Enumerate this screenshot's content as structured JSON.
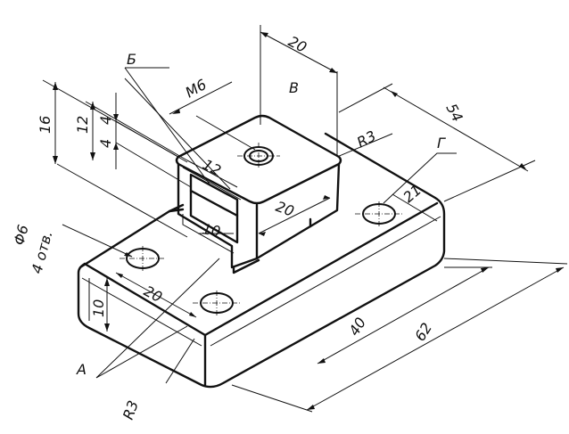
{
  "drawing": {
    "dimensions": {
      "top_width": "20",
      "bracket_length": "54",
      "thread": "M6",
      "fillet_top": "R3",
      "overall_height": "16",
      "block_height": "12",
      "slot_top": "4",
      "slot_bottom": "4",
      "slot_width": "12",
      "block_length": "20",
      "slot_depth": "10",
      "hole_spacing": "21",
      "hole_dia": "Φ6",
      "hole_count": "4 отв.",
      "base_hole_spacing": "20",
      "base_height": "10",
      "inner_length": "40",
      "overall_length": "62",
      "fillet_bottom": "R3"
    },
    "views": {
      "b": "Б",
      "v": "В",
      "g": "Г",
      "a": "А"
    }
  }
}
